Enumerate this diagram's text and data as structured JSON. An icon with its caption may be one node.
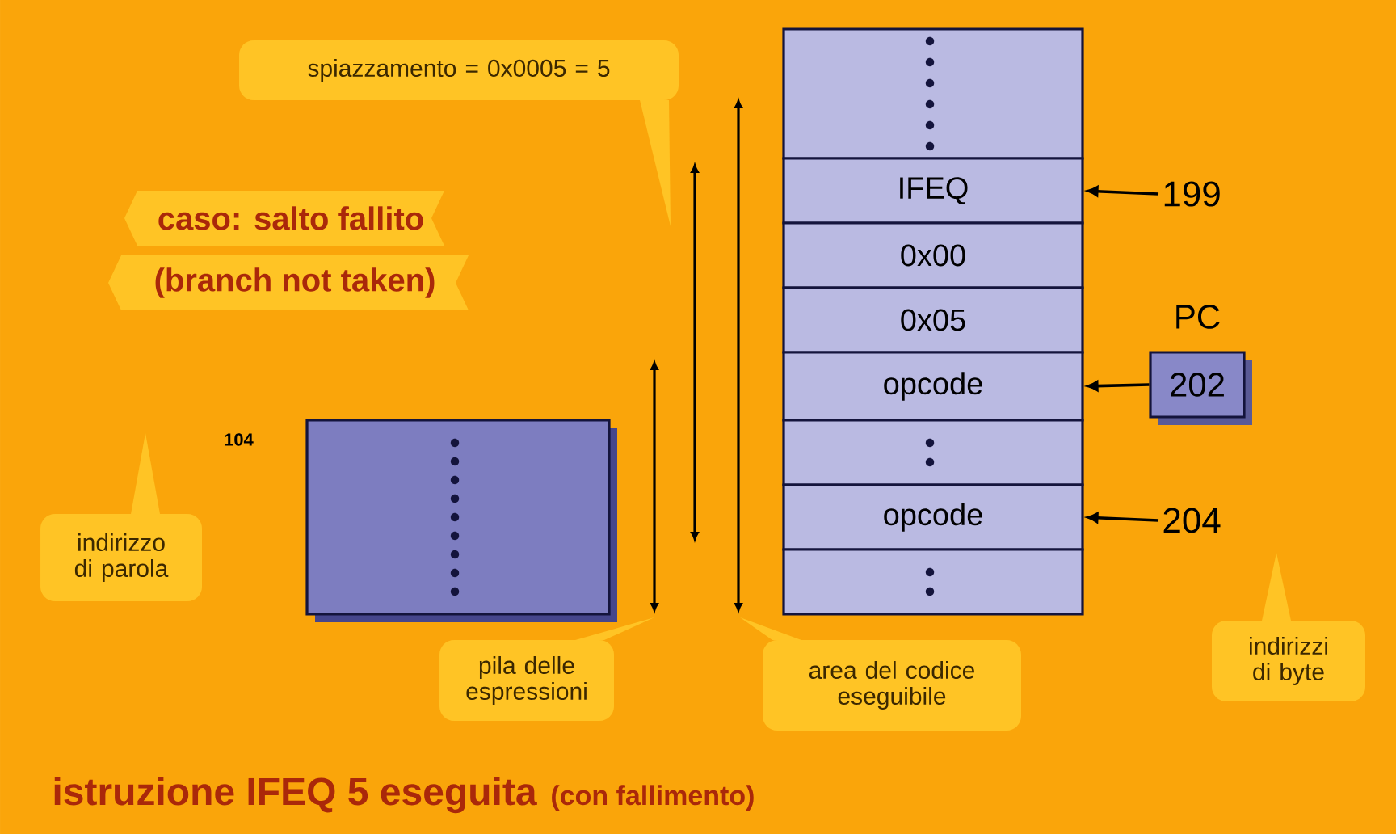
{
  "diagram": {
    "title": "istruzione IFEQ 5 eseguita",
    "nodes": [
      {
        "text": [],
        "shape": "box"
      },
      {
        "text": [
          "IFEQ"
        ]
      },
      {
        "text": [
          "0x00"
        ]
      },
      {
        "text": [
          "0x05"
        ]
      },
      {
        "text": [
          "opcode"
        ]
      },
      {
        "text": [],
        "shape": "box"
      },
      {
        "text": [
          "opcode"
        ]
      },
      {
        "text": [],
        "shape": "box"
      },
      {
        "text": [
          "PC",
          "202"
        ]
      },
      {
        "text": [
          "199"
        ]
      },
      {
        "text": [
          "204"
        ]
      },
      {
        "text": [],
        "shape": "box",
        "beside": [
          "104"
        ]
      },
      {
        "text": [
          "spiazzamento = 0x0005 = 5"
        ]
      },
      {
        "text": [
          "caso: salto fallito"
        ]
      },
      {
        "text": [
          "(branch not taken)"
        ]
      },
      {
        "text": [
          "indirizzo di parola"
        ]
      },
      {
        "text": [
          "pila delle espressioni"
        ]
      },
      {
        "text": [
          "area del codice eseguibile"
        ]
      },
      {
        "text": [
          "indirizzi di byte"
        ]
      }
    ],
    "edges": [
      {
        "from": 9,
        "to": 1,
        "arrow": "to"
      },
      {
        "from": 8,
        "to": 4,
        "arrow": "to"
      },
      {
        "from": 10,
        "to": 6,
        "arrow": "to"
      }
    ],
    "labels": [
      "(con fallimento)"
    ]
  }
}
